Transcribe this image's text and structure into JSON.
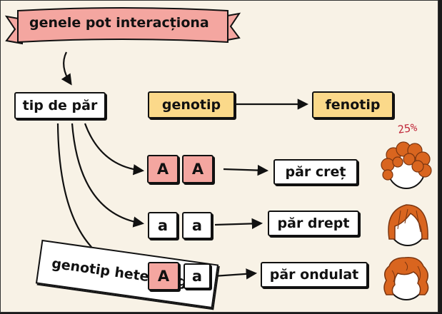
{
  "title": "genele pot interacționa",
  "trait_label": "tip de păr",
  "genotype_header": "genotip",
  "phenotype_header": "fenotip",
  "rows": [
    {
      "allele1": "A",
      "allele2": "A",
      "phenotype": "păr creț"
    },
    {
      "allele1": "a",
      "allele2": "a",
      "phenotype": "păr drept"
    },
    {
      "allele1": "A",
      "allele2": "a",
      "phenotype": "păr ondulat"
    }
  ],
  "heterozygote_label": "genotip heterozigot",
  "percent_note": "25%",
  "colors": {
    "background": "#f8f2e6",
    "banner": "#f4a6a0",
    "header_boxes": "#fbd98a",
    "dominant_allele": "#f4a6a0",
    "recessive_allele": "#ffffff",
    "hair": "#d9651f"
  },
  "icons": [
    "curly-hair-face-icon",
    "straight-hair-face-icon",
    "wavy-hair-face-icon"
  ]
}
